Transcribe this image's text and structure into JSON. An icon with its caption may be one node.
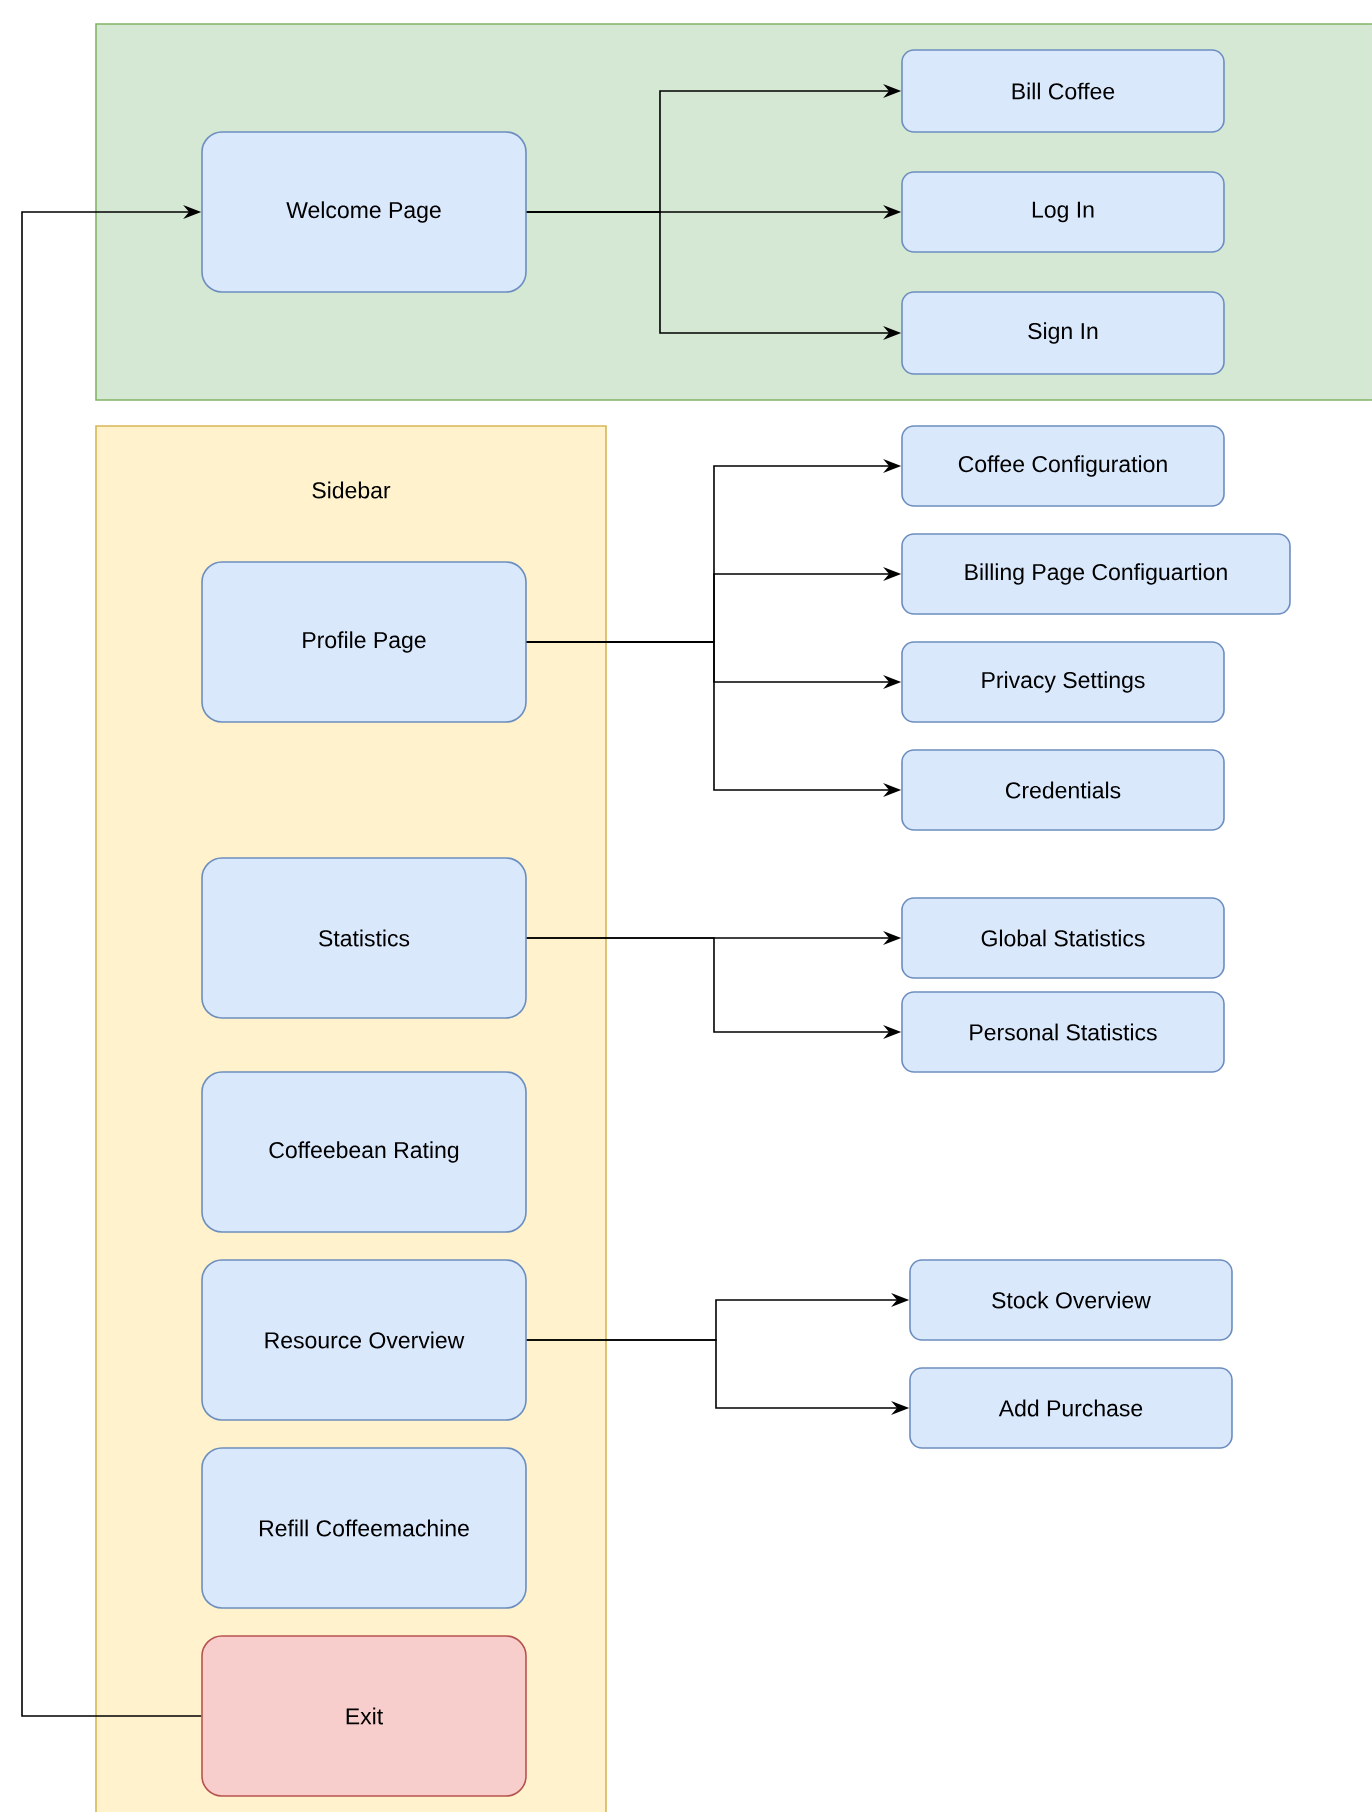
{
  "diagram": {
    "nodes": [
      {
        "text": [],
        "shape": "box"
      },
      {
        "text": [
          "Welcome Page"
        ],
        "in": 0
      },
      {
        "text": [
          "Bill Coffee"
        ],
        "in": 0
      },
      {
        "text": [
          "Log In"
        ],
        "in": 0
      },
      {
        "text": [
          "Sign In"
        ],
        "in": 0
      },
      {
        "text": [
          "Sidebar"
        ]
      },
      {
        "text": [
          "Profile Page"
        ],
        "in": 5
      },
      {
        "text": [
          "Coffee Configuration"
        ]
      },
      {
        "text": [
          "Billing Page Configuartion"
        ]
      },
      {
        "text": [
          "Privacy Settings"
        ]
      },
      {
        "text": [
          "Credentials"
        ]
      },
      {
        "text": [
          "Statistics"
        ],
        "in": 5
      },
      {
        "text": [
          "Global Statistics"
        ]
      },
      {
        "text": [
          "Personal Statistics"
        ]
      },
      {
        "text": [
          "Coffeebean Rating"
        ],
        "in": 5
      },
      {
        "text": [
          "Resource Overview"
        ],
        "in": 5
      },
      {
        "text": [
          "Stock Overview"
        ]
      },
      {
        "text": [
          "Add Purchase"
        ]
      },
      {
        "text": [
          "Refill Coffeemachine"
        ],
        "in": 5
      },
      {
        "text": [
          "Exit"
        ],
        "in": 5
      }
    ],
    "edges": [
      {
        "from": 1,
        "to": 2,
        "arrow": "to"
      },
      {
        "from": 1,
        "to": 3,
        "arrow": "to"
      },
      {
        "from": 1,
        "to": 4,
        "arrow": "to"
      },
      {
        "from": 6,
        "to": 7,
        "arrow": "to"
      },
      {
        "from": 6,
        "to": 8,
        "arrow": "to"
      },
      {
        "from": 6,
        "to": 9,
        "arrow": "to"
      },
      {
        "from": 6,
        "to": 10,
        "arrow": "to"
      },
      {
        "from": 11,
        "to": 12,
        "arrow": "to"
      },
      {
        "from": 11,
        "to": 13,
        "arrow": "to"
      },
      {
        "from": 15,
        "to": 16,
        "arrow": "to"
      },
      {
        "from": 15,
        "to": 17,
        "arrow": "to"
      },
      {
        "from": 19,
        "to": 1,
        "arrow": "to"
      }
    ]
  }
}
